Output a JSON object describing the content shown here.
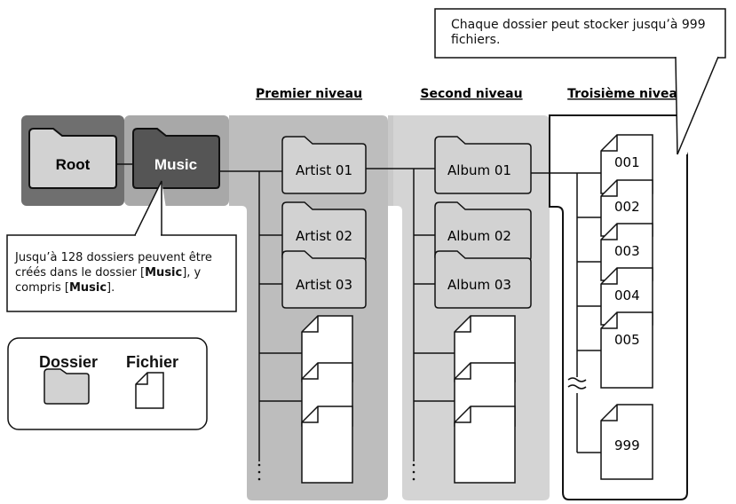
{
  "levels": {
    "first": "Premier niveau",
    "second": "Second niveau",
    "third": "Troisième niveau"
  },
  "folders": {
    "root": "Root",
    "music": "Music",
    "artists": [
      "Artist 01",
      "Artist 02",
      "Artist 03"
    ],
    "albums": [
      "Album 01",
      "Album 02",
      "Album 03"
    ]
  },
  "files": [
    "001",
    "002",
    "003",
    "004",
    "005",
    "999"
  ],
  "callouts": {
    "top_right": "Chaque dossier peut stocker jusqu’à 999 fichiers.",
    "left": {
      "before": "Jusqu’à 128 dossiers peuvent être créés dans le dossier [",
      "music1": "Music",
      "middle": "], y compris [",
      "music2": "Music",
      "after": "]."
    }
  },
  "legend": {
    "folder": "Dossier",
    "file": "Fichier"
  },
  "colors": {
    "root_bg": "#6f6f6f",
    "music_bg": "#a8a8a8",
    "first_level_bg": "#bdbdbd",
    "second_level_bg": "#d4d4d4",
    "folder_light": "#d2d2d2",
    "folder_dark": "#555555",
    "file_fill": "#ffffff"
  }
}
